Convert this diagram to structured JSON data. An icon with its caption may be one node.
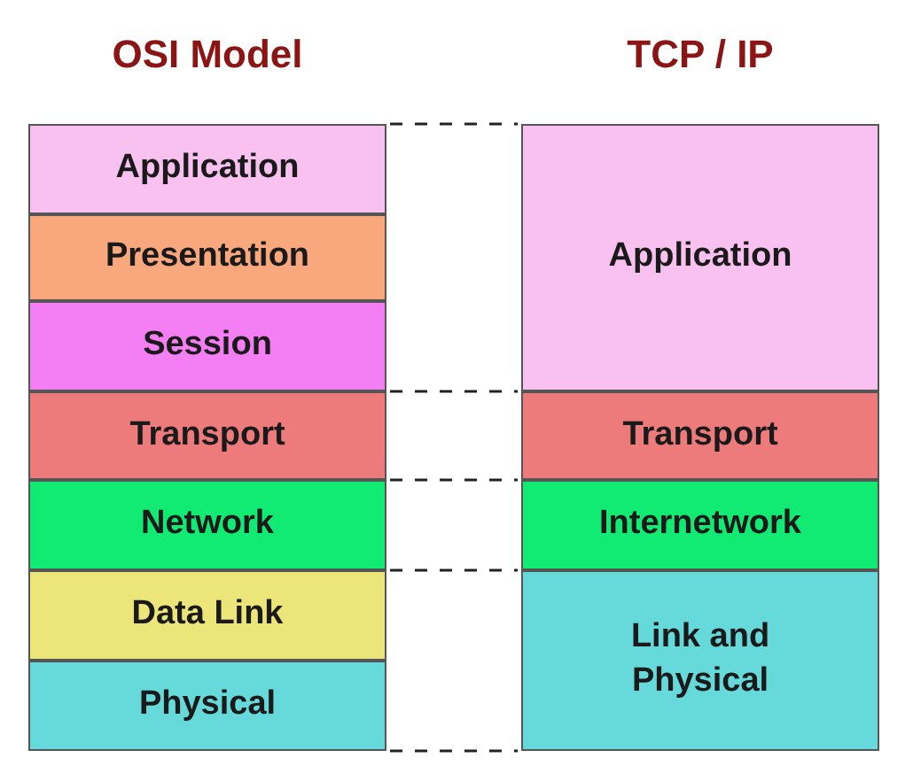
{
  "diagram": {
    "nodes": [
      {
        "text": [
          "Application"
        ]
      },
      {
        "text": [
          "Presentation"
        ]
      },
      {
        "text": [
          "Session"
        ]
      },
      {
        "text": [
          "Transport"
        ]
      },
      {
        "text": [
          "Network"
        ]
      },
      {
        "text": [
          "Data Link"
        ]
      },
      {
        "text": [
          "Physical"
        ]
      },
      {
        "text": [
          "Application"
        ]
      },
      {
        "text": [
          "Transport"
        ]
      },
      {
        "text": [
          "Internetwork"
        ]
      },
      {
        "text": [
          "Link and Physical"
        ]
      }
    ],
    "labels": [
      "OSI Model",
      "TCP / IP"
    ]
  }
}
